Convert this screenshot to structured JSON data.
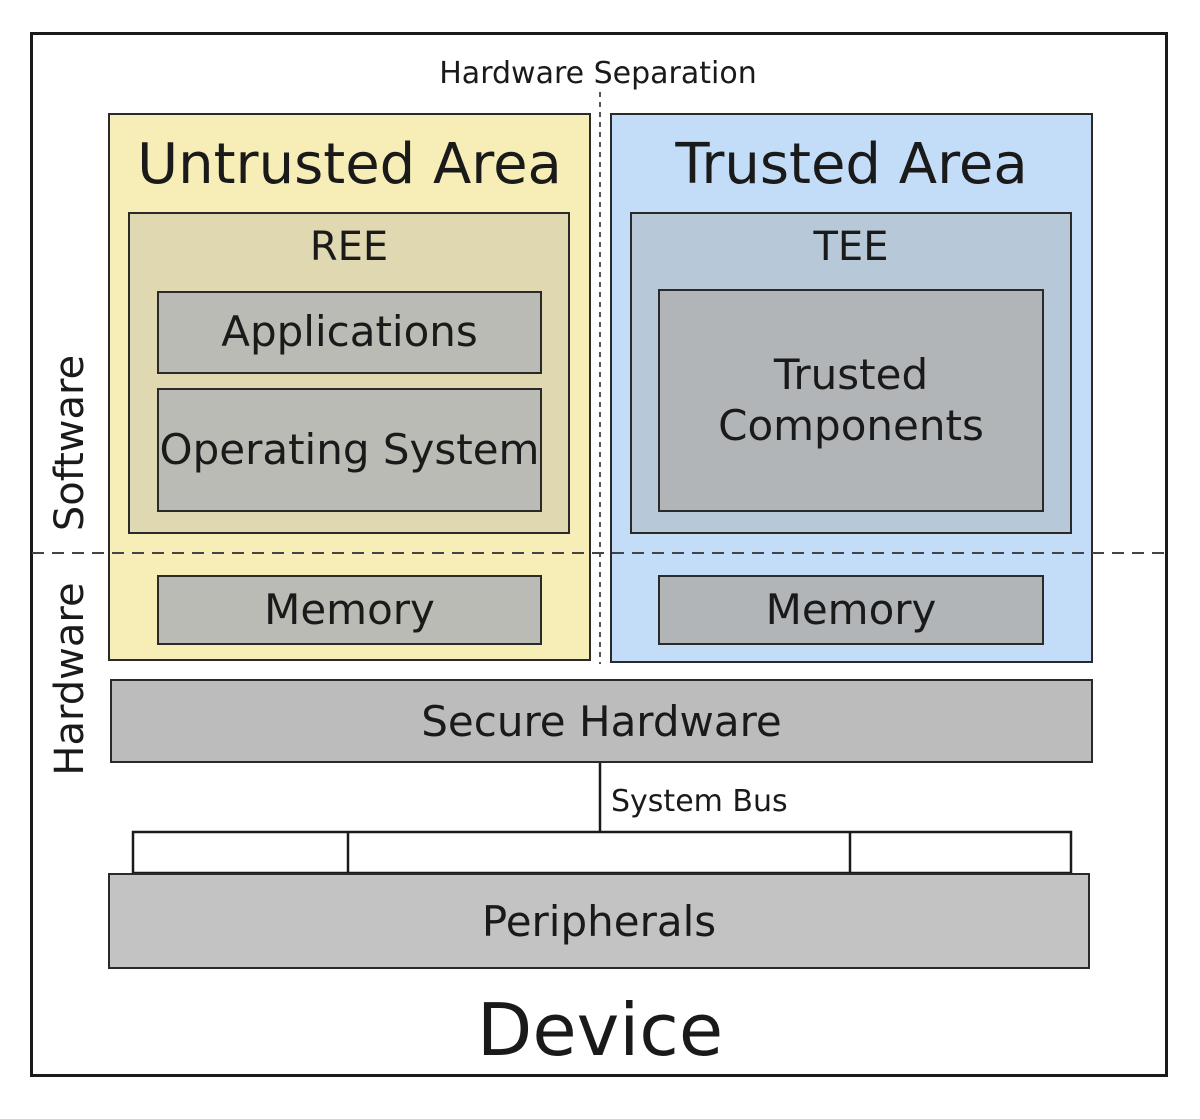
{
  "diagram": {
    "separation_label": "Hardware Separation",
    "untrusted": {
      "title": "Untrusted Area",
      "env": "REE",
      "applications": "Applications",
      "os": "Operating System",
      "memory": "Memory"
    },
    "trusted": {
      "title": "Trusted Area",
      "env": "TEE",
      "components_line1": "Trusted",
      "components_line2": "Components",
      "memory": "Memory"
    },
    "secure_hardware": "Secure Hardware",
    "system_bus": "System Bus",
    "peripherals": "Peripherals",
    "device": "Device",
    "side_labels": {
      "software": "Software",
      "hardware": "Hardware"
    },
    "colors": {
      "untrusted_fill": "#f6eeb6",
      "trusted_fill": "#c3dcf7",
      "ree_fill": "#e0d8b0",
      "tee_fill": "#b7c8d8",
      "block_grey": "#bbbbb5"
    }
  }
}
